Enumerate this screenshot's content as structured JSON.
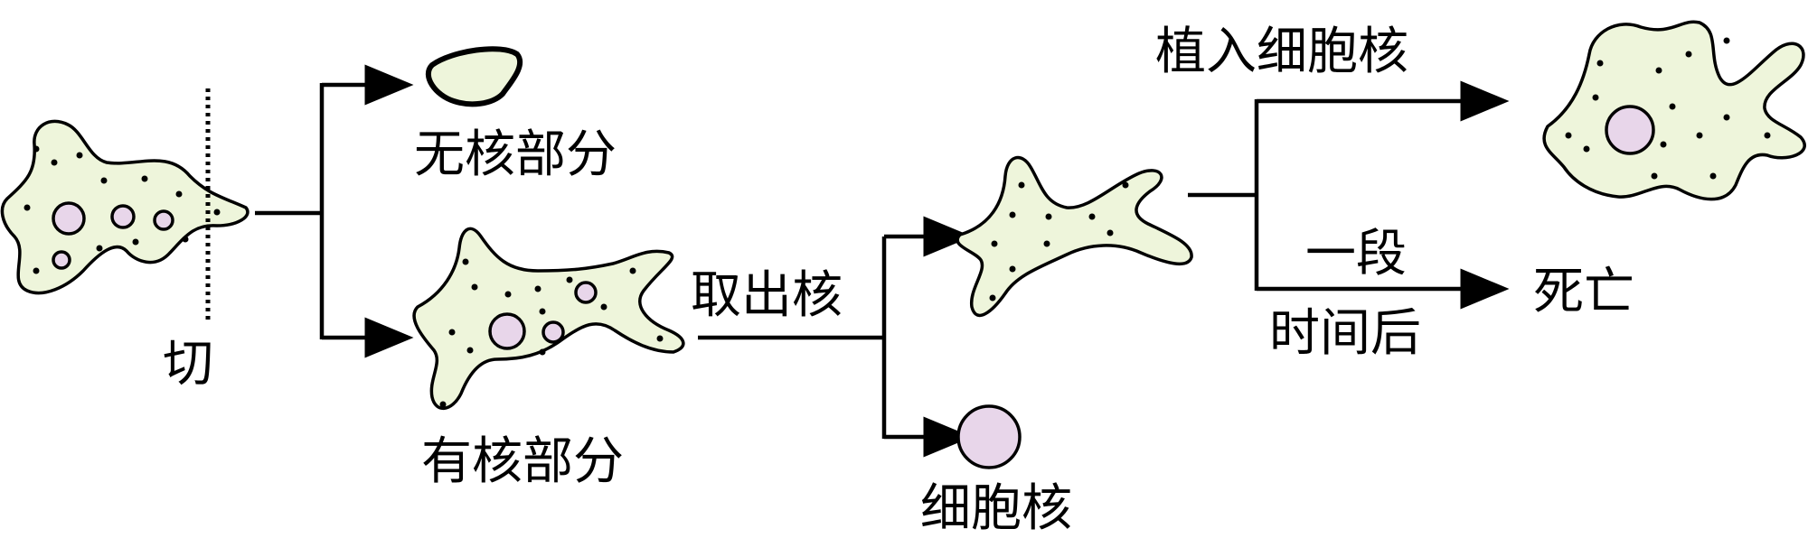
{
  "colors": {
    "cytoplasm": "#eef5db",
    "nucleus": "#e8d6ea",
    "stroke": "#000000"
  },
  "labels": {
    "cut": "切",
    "no_nucleus_part": "无核部分",
    "nucleus_part": "有核部分",
    "remove_nucleus": "取出核",
    "nucleus": "细胞核",
    "implant_nucleus": "植入细胞核",
    "after_time_line1": "一段",
    "after_time_line2": "时间后",
    "death": "死亡"
  }
}
